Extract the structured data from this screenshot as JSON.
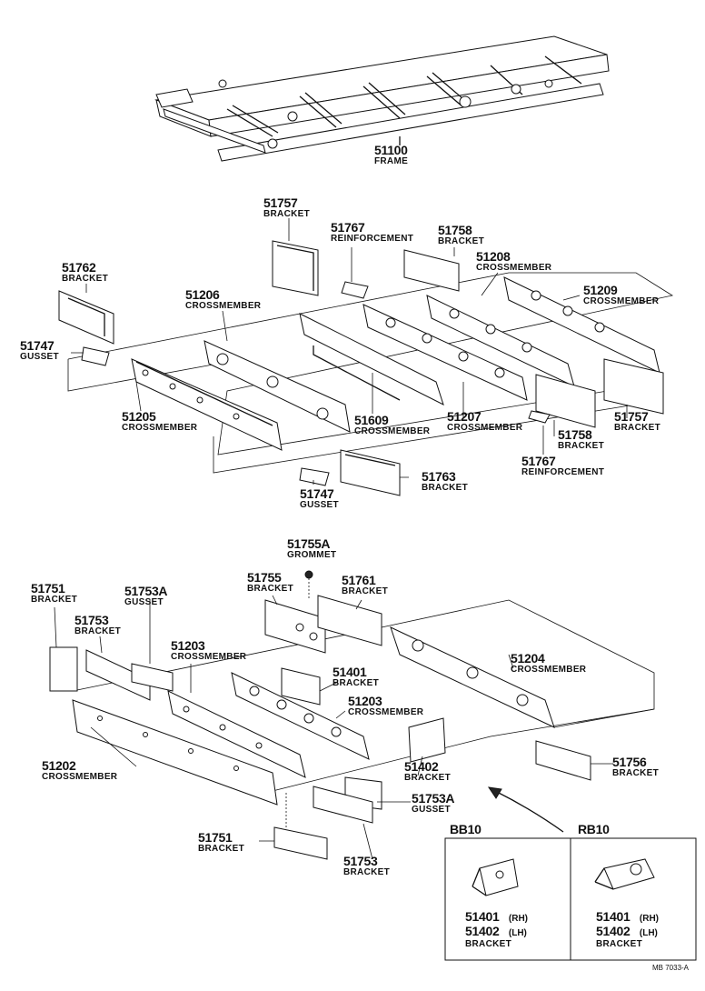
{
  "frame": {
    "number": "51100",
    "name": "FRAME"
  },
  "mid_parts": [
    {
      "number": "51757",
      "name": "BRACKET"
    },
    {
      "number": "51767",
      "name": "REINFORCEMENT"
    },
    {
      "number": "51758",
      "name": "BRACKET"
    },
    {
      "number": "51208",
      "name": "CROSSMEMBER"
    },
    {
      "number": "51762",
      "name": "BRACKET"
    },
    {
      "number": "51206",
      "name": "CROSSMEMBER"
    },
    {
      "number": "51209",
      "name": "CROSSMEMBER"
    },
    {
      "number": "51747",
      "name": "GUSSET"
    },
    {
      "number": "51205",
      "name": "CROSSMEMBER"
    },
    {
      "number": "51609",
      "name": "CROSSMEMBER"
    },
    {
      "number": "51207",
      "name": "CROSSMEMBER"
    },
    {
      "number": "51758",
      "name": "BRACKET"
    },
    {
      "number": "51757",
      "name": "BRACKET"
    },
    {
      "number": "51767",
      "name": "REINFORCEMENT"
    },
    {
      "number": "51763",
      "name": "BRACKET"
    },
    {
      "number": "51747",
      "name": "GUSSET"
    }
  ],
  "lower_parts": [
    {
      "number": "51755A",
      "name": "GROMMET"
    },
    {
      "number": "51751",
      "name": "BRACKET"
    },
    {
      "number": "51753A",
      "name": "GUSSET"
    },
    {
      "number": "51755",
      "name": "BRACKET"
    },
    {
      "number": "51761",
      "name": "BRACKET"
    },
    {
      "number": "51753",
      "name": "BRACKET"
    },
    {
      "number": "51203",
      "name": "CROSSMEMBER"
    },
    {
      "number": "51204",
      "name": "CROSSMEMBER"
    },
    {
      "number": "51401",
      "name": "BRACKET"
    },
    {
      "number": "51203",
      "name": "CROSSMEMBER"
    },
    {
      "number": "51202",
      "name": "CROSSMEMBER"
    },
    {
      "number": "51756",
      "name": "BRACKET"
    },
    {
      "number": "51402",
      "name": "BRACKET"
    },
    {
      "number": "51753A",
      "name": "GUSSET"
    },
    {
      "number": "51751",
      "name": "BRACKET"
    },
    {
      "number": "51753",
      "name": "BRACKET"
    }
  ],
  "inset": {
    "left": {
      "title": "BB10",
      "line1": "51401",
      "side1": "(RH)",
      "line2": "51402",
      "side2": "(LH)",
      "name": "BRACKET"
    },
    "right": {
      "title": "RB10",
      "line1": "51401",
      "side1": "(RH)",
      "line2": "51402",
      "side2": "(LH)",
      "name": "BRACKET"
    }
  },
  "figure_code": "MB 7033-A"
}
